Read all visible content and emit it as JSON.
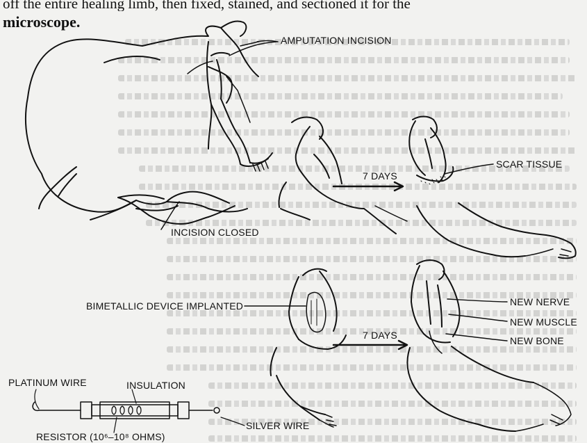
{
  "header": {
    "line": "off the entire healing limb, then fixed, stained, and sectioned it for the",
    "last_word": "microscope."
  },
  "labels": {
    "amputation_incision": "AMPUTATION INCISION",
    "scar_tissue": "SCAR TISSUE",
    "days_top": "7 DAYS",
    "incision_closed": "INCISION CLOSED",
    "bimetallic_device": "BIMETALLIC DEVICE IMPLANTED",
    "new_nerve": "NEW NERVE",
    "new_muscle": "NEW MUSCLE",
    "new_bone": "NEW BONE",
    "days_bottom": "7 DAYS",
    "platinum_wire": "PLATINUM WIRE",
    "insulation": "INSULATION",
    "silver_wire": "SILVER WIRE",
    "resistor": "RESISTOR (10⁶–10⁸ OHMS)"
  }
}
